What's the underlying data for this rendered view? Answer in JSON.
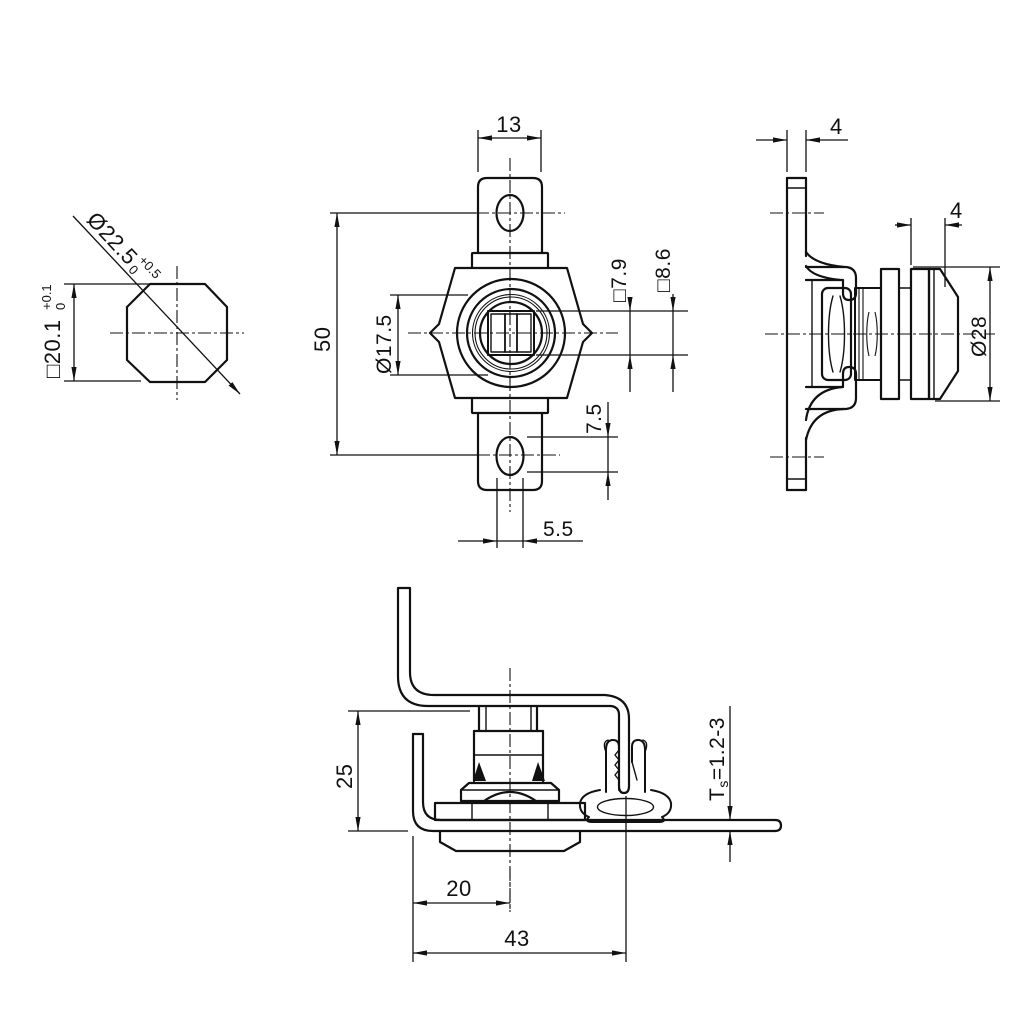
{
  "views": {
    "cutout": {
      "diameter": "Ø22.5",
      "diameter_tol_upper": "+0.5",
      "diameter_tol_lower": "0",
      "square": "□20.1",
      "square_tol_upper": "+0.1",
      "square_tol_lower": "0"
    },
    "front": {
      "tab_width": "13",
      "hole_spacing": "50",
      "collar_diameter": "Ø17.5",
      "drive_square_inner": "□7.9",
      "drive_square_outer": "□8.6",
      "slot_height": "7.5",
      "slot_width": "5.5"
    },
    "side": {
      "tab_thickness": "4",
      "head_depth": "4",
      "head_diameter": "Ø28"
    },
    "installed": {
      "cam_height": "25",
      "panel_T": "T",
      "panel_s": "s",
      "panel_range": "=1.2-3",
      "cam_offset": "20",
      "overall_length": "43"
    }
  }
}
